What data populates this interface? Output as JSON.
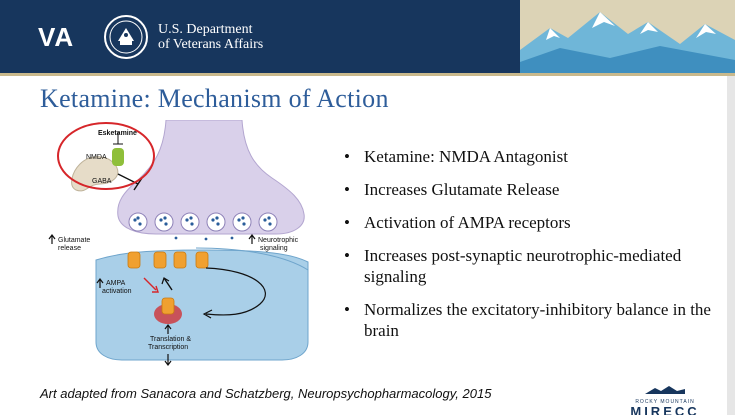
{
  "header": {
    "logo_text": "VA",
    "department_line1": "U.S. Department",
    "department_line2": "of Veterans Affairs"
  },
  "slide": {
    "title": "Ketamine: Mechanism of Action"
  },
  "figure": {
    "esketamine": "Esketamine",
    "nmda": "NMDA",
    "gaba": "GABA",
    "glutamate_release_1": "Glutamate",
    "glutamate_release_2": "release",
    "neurotrophic_1": "Neurotrophic",
    "neurotrophic_2": "signaling",
    "ampa_1": "AMPA",
    "ampa_2": "activation",
    "translation_1": "Translation &",
    "translation_2": "Transcription"
  },
  "bullets": [
    {
      "text": "Ketamine: NMDA Antagonist"
    },
    {
      "text": "Increases Glutamate Release"
    },
    {
      "text": "Activation of AMPA receptors"
    },
    {
      "text": "Increases post-synaptic neurotrophic-mediated signaling"
    },
    {
      "text": "Normalizes the excitatory-inhibitory balance in the brain"
    }
  ],
  "caption": "Art adapted from Sanacora and Schatzberg, Neuropsychopharmacology, 2015",
  "footer_logo": {
    "top": "ROCKY MOUNTAIN",
    "main": "MIRECC"
  },
  "colors": {
    "header_bg": "#17365d",
    "title": "#2e5d9a",
    "presynaptic": "#d9d0ea",
    "postsynaptic": "#a9cfe8",
    "receptor": "#f0a030"
  }
}
